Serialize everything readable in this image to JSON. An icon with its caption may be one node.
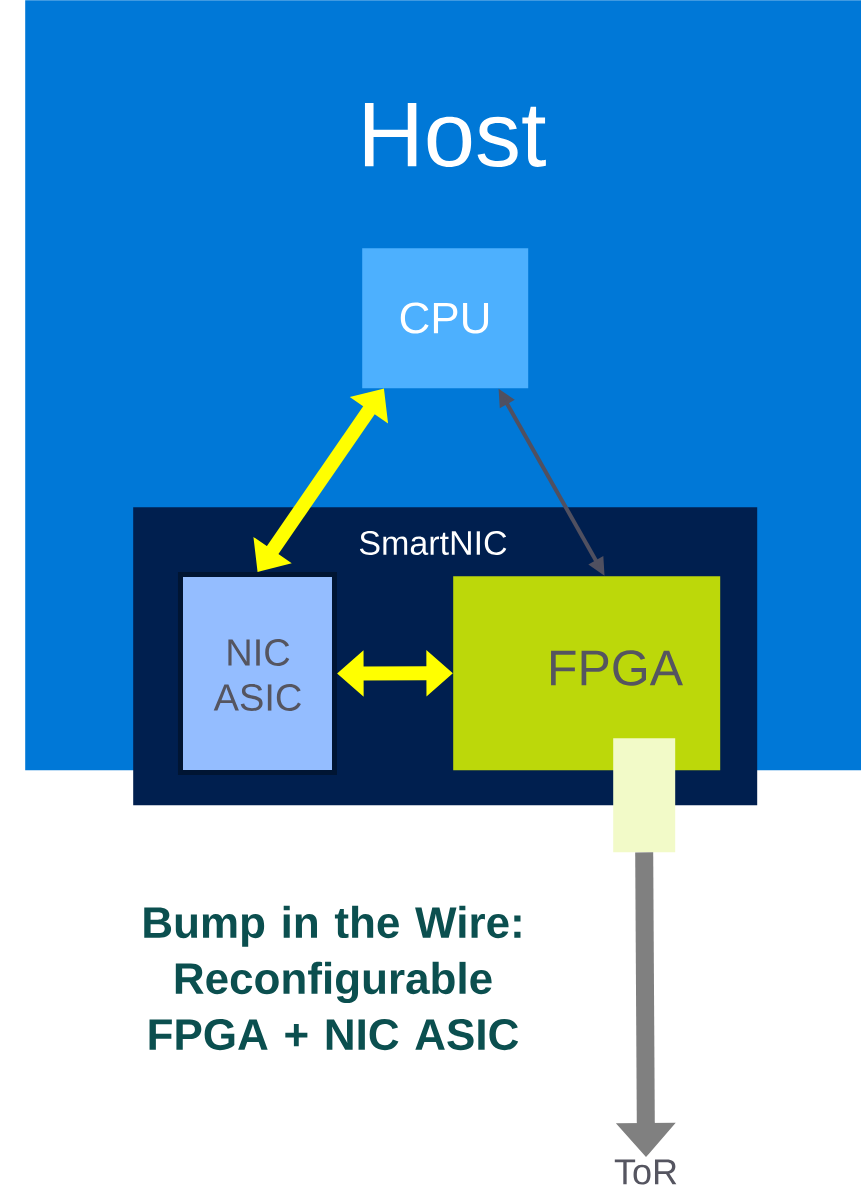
{
  "diagram": {
    "caption": "Bump in the Wire: Reconfigurable FPGA + NIC ASIC",
    "nodes": [
      {
        "text": [
          "Host"
        ]
      },
      {
        "text": [
          "CPU"
        ],
        "in": 0
      },
      {
        "text": [
          "SmartNIC"
        ]
      },
      {
        "text": [
          "NIC ASIC"
        ],
        "in": 2
      },
      {
        "text": [
          "FPGA"
        ],
        "in": 2
      },
      {
        "text": [],
        "shape": "box"
      },
      {
        "text": [
          "ToR"
        ]
      }
    ],
    "edges": [
      {
        "from": 3,
        "to": 1,
        "arrow": "both",
        "color": "#ffff00"
      },
      {
        "from": 4,
        "to": 1,
        "arrow": "both",
        "color": "#505060"
      },
      {
        "from": 3,
        "to": 4,
        "arrow": "both",
        "color": "#ffff00"
      },
      {
        "from": 5,
        "to": 6,
        "arrow": "to",
        "color": "#808080"
      }
    ]
  }
}
